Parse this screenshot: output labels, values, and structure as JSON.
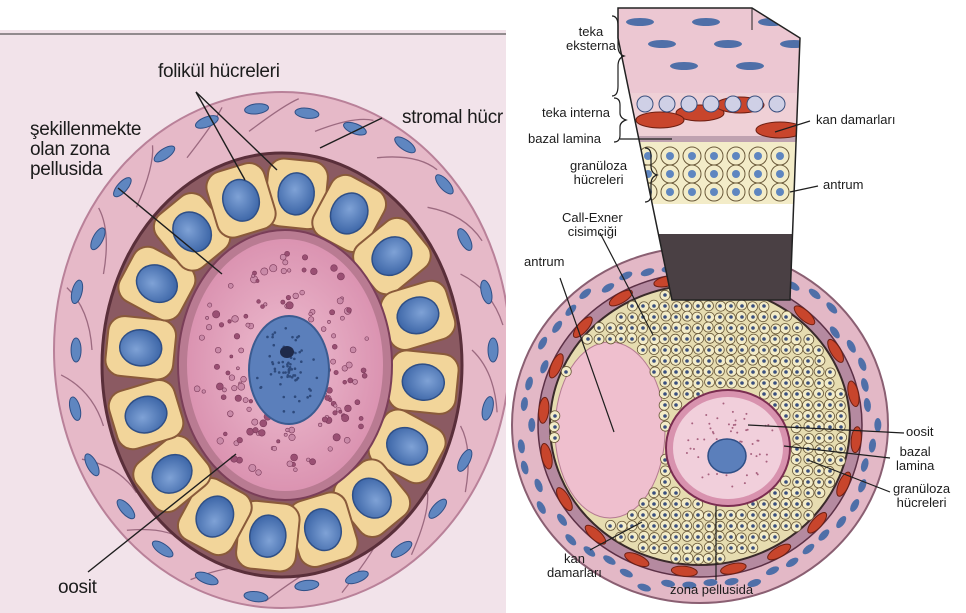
{
  "left_figure": {
    "labels": {
      "follicle_cells": "folikül hücreleri",
      "forming_zona": "şekillenmekte\nolan zona\npellusida",
      "stromal_cells": "stromal hücr",
      "oocyte": "oosit"
    }
  },
  "right_figure": {
    "labels": {
      "theca_externa": "teka\neksterna",
      "theca_interna": "teka interna",
      "basal_lamina_top": "bazal lamina",
      "granulosa_top": "granüloza\nhücreleri",
      "call_exner": "Call-Exner\ncisimciği",
      "antrum_left": "antrum",
      "blood_vessels_top": "kan damarları",
      "antrum_right": "antrum",
      "oocyte": "oosit",
      "basal_lamina_right": "bazal\nlamina",
      "granulosa_right": "granüloza\nhücreleri",
      "blood_vessels_bottom": "kan\ndamarları",
      "zona_pellucida": "zona pellusida"
    }
  },
  "colors": {
    "stroma_pink": "#e9bccb",
    "follicle_yellow": "#f2d59a",
    "nucleus_blue": "#5f86c0",
    "oocyte_pink": "#e3a0bb",
    "blood_red": "#c8452c",
    "granulosa_cream": "#f3ecc8"
  }
}
